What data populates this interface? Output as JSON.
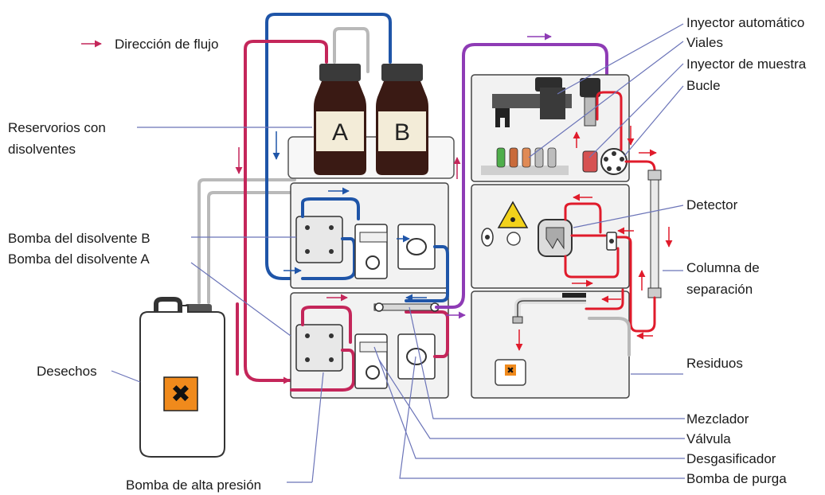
{
  "legend": {
    "flow_direction": "Dirección de flujo"
  },
  "bottles": {
    "a": "A",
    "b": "B"
  },
  "labels": {
    "reservoirs_line1": "Reservorios con",
    "reservoirs_line2": "disolventes",
    "pump_b": "Bomba del disolvente B",
    "pump_a": "Bomba del disolvente A",
    "waste_container": "Desechos",
    "high_pressure_pump": "Bomba de alta presión",
    "autoinjector": "Inyector automático",
    "vials": "Viales",
    "sample_injector": "Inyector de muestra",
    "loop": "Bucle",
    "detector": "Detector",
    "column_line1": "Columna de",
    "column_line2": "separación",
    "residues": "Residuos",
    "mixer": "Mezclador",
    "valve": "Válvula",
    "degasser": "Desgasificador",
    "purge_pump": "Bomba de purga"
  },
  "colors": {
    "solvent_a_tube": "#c4265a",
    "solvent_b_tube": "#1f55a8",
    "mixed_tube": "#8e3bb5",
    "detector_tube": "#e01b2b",
    "bottle": "#3a1a14",
    "waste_symbol": "#f08a1c"
  }
}
